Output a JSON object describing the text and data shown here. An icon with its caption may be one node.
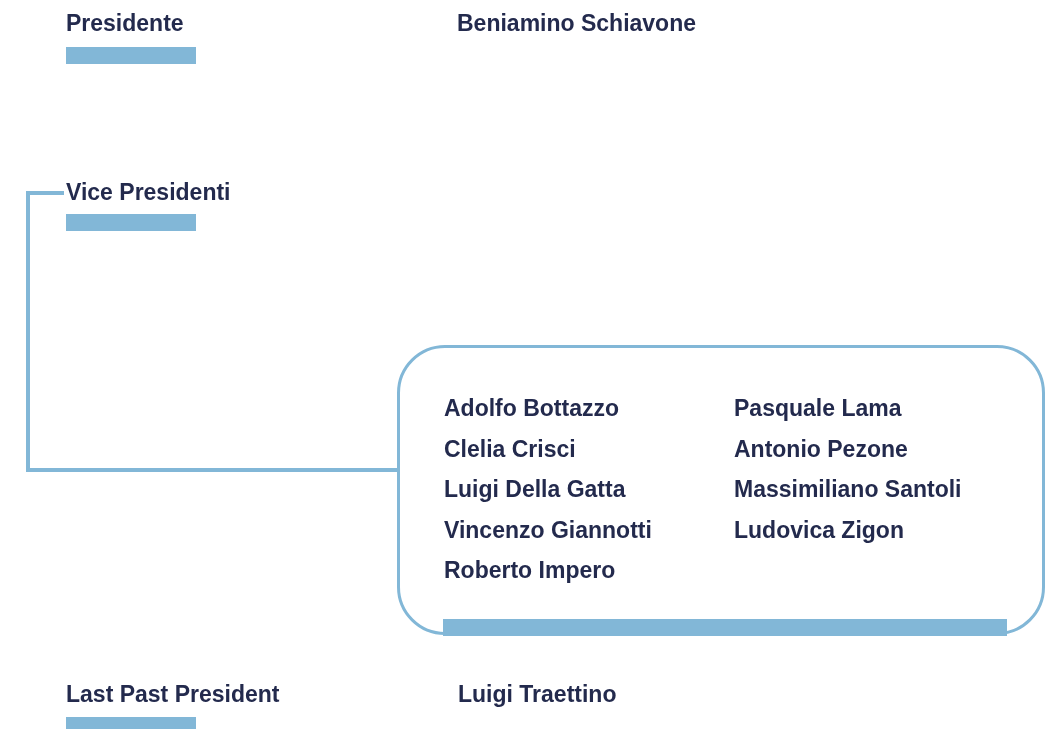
{
  "diagram": {
    "nodes": [
      {
        "text": [],
        "shape": "bar"
      },
      {
        "text": [
          "Vice Presidenti"
        ]
      },
      {
        "text": [],
        "shape": "bar"
      },
      {
        "text": [
          "Adolfo Bottazzo",
          "Clelia Crisci",
          "Luigi Della Gatta",
          "Vincenzo Giannotti",
          "Roberto Impero",
          "Pasquale Lama",
          "Antonio Pezone",
          "Massimiliano Santoli",
          "Ludovica Zigon"
        ]
      },
      {
        "text": [],
        "shape": "bar",
        "in": 3
      },
      {
        "text": [],
        "shape": "bar"
      }
    ],
    "edges": [
      {
        "from": 1,
        "to": 3,
        "arrow": "none"
      }
    ],
    "labels": [
      "Presidente",
      "Beniamino Schiavone",
      "Last Past President",
      "Luigi Traettino"
    ]
  }
}
